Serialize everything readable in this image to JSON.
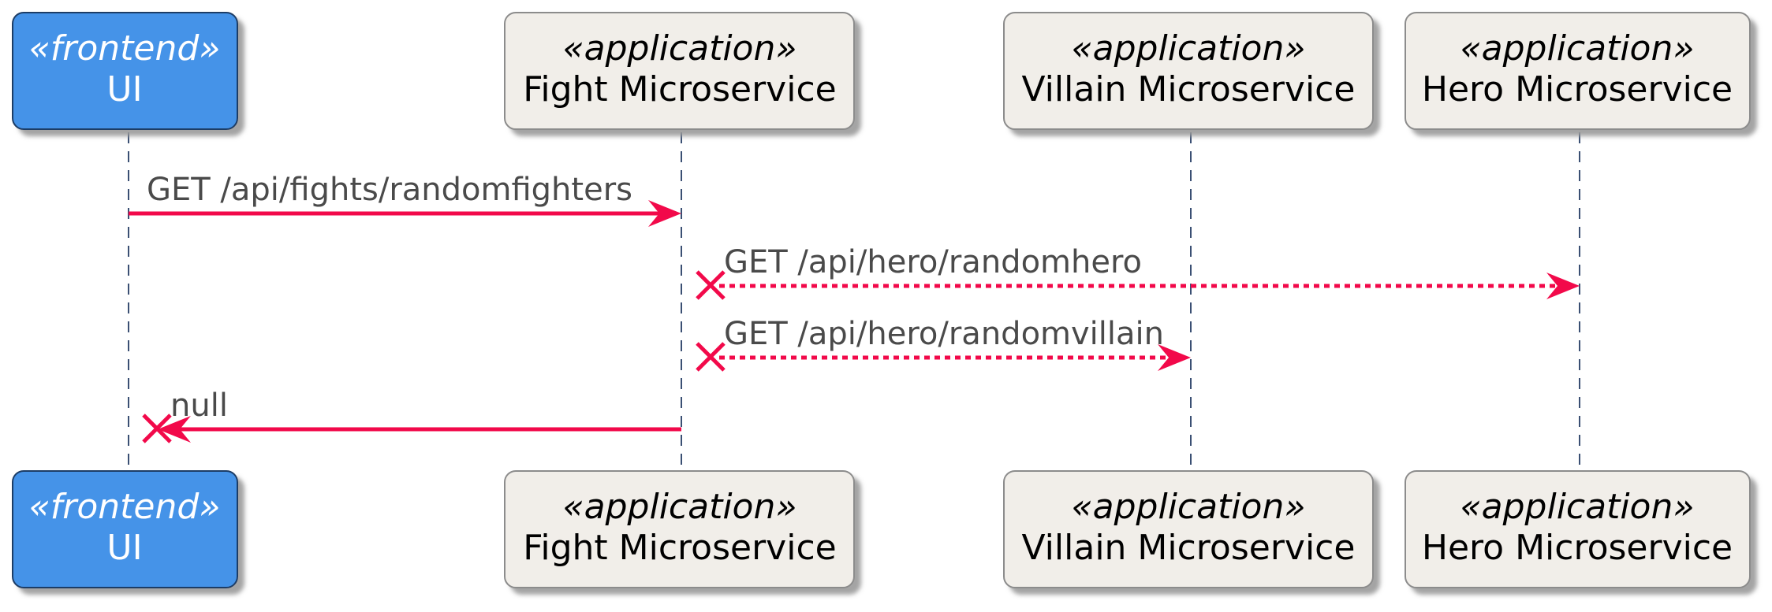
{
  "participants": [
    {
      "stereotype": "«frontend»",
      "name": "UI",
      "color": "#4493e8",
      "text_color": "#ffffff"
    },
    {
      "stereotype": "«application»",
      "name": "Fight Microservice",
      "color": "#f1eee9",
      "text_color": "#000000"
    },
    {
      "stereotype": "«application»",
      "name": "Villain Microservice",
      "color": "#f1eee9",
      "text_color": "#000000"
    },
    {
      "stereotype": "«application»",
      "name": "Hero Microservice",
      "color": "#f1eee9",
      "text_color": "#000000"
    }
  ],
  "messages": [
    {
      "label": "GET /api/fights/randomfighters",
      "from": "UI",
      "to": "Fight Microservice",
      "style": "solid",
      "source_lost": false
    },
    {
      "label": "GET /api/hero/randomhero",
      "from": "Fight Microservice",
      "to": "Hero Microservice",
      "style": "dotted",
      "source_lost": true
    },
    {
      "label": "GET /api/hero/randomvillain",
      "from": "Fight Microservice",
      "to": "Villain Microservice",
      "style": "dotted",
      "source_lost": true
    },
    {
      "label": "null",
      "from": "Fight Microservice",
      "to": "UI",
      "style": "solid",
      "target_lost": true
    }
  ],
  "colors": {
    "arrow": "#f2094a",
    "lifeline": "#3a4f73"
  }
}
